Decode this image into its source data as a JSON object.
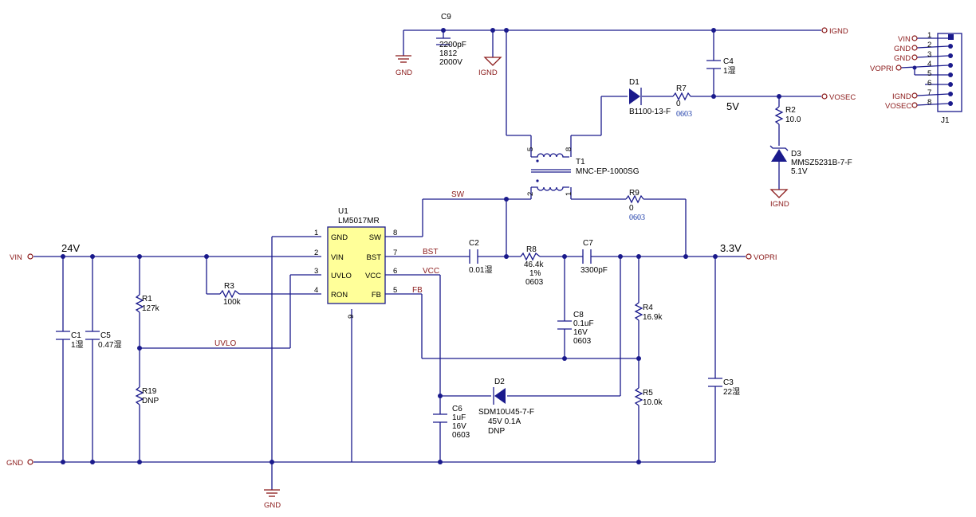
{
  "rails": {
    "v24": "24V",
    "v3v3": "3.3V",
    "v5": "5V"
  },
  "ports": {
    "vin": "VIN",
    "gnd": "GND",
    "ignd": "IGND",
    "vosec": "VOSEC",
    "vopri": "VOPRI"
  },
  "nets": {
    "sw": "SW",
    "bst": "BST",
    "vcc": "VCC",
    "fb": "FB",
    "uvlo": "UVLO"
  },
  "gnd_symbols": {
    "gnd": "GND",
    "ignd": "IGND"
  },
  "u1": {
    "ref": "U1",
    "value": "LM5017MR",
    "pins_left": [
      {
        "num": "1",
        "name": "GND"
      },
      {
        "num": "2",
        "name": "VIN"
      },
      {
        "num": "3",
        "name": "UVLO"
      },
      {
        "num": "4",
        "name": "RON"
      }
    ],
    "pins_right": [
      {
        "num": "8",
        "name": "SW"
      },
      {
        "num": "7",
        "name": "BST"
      },
      {
        "num": "6",
        "name": "VCC"
      },
      {
        "num": "5",
        "name": "FB"
      }
    ],
    "pin_bottom": "9"
  },
  "components": {
    "c9": {
      "ref": "C9",
      "v1": "2200pF",
      "v2": "1812",
      "v3": "2000V"
    },
    "c4": {
      "ref": "C4",
      "v1": "1湿"
    },
    "d1": {
      "ref": "D1",
      "v1": "B1100-13-F"
    },
    "r7": {
      "ref": "R7",
      "v1": "0",
      "v2": "0603"
    },
    "r2": {
      "ref": "R2",
      "v1": "10.0"
    },
    "d3": {
      "ref": "D3",
      "v1": "MMSZ5231B-7-F",
      "v2": "5.1V"
    },
    "t1": {
      "ref": "T1",
      "v1": "MNC-EP-1000SG",
      "pin5": "5",
      "pin8": "8",
      "pin2": "2",
      "pin1": "1"
    },
    "r9": {
      "ref": "R9",
      "v1": "0",
      "v2": "0603"
    },
    "c2": {
      "ref": "C2",
      "v1": "0.01湿"
    },
    "r8": {
      "ref": "R8",
      "v1": "46.4k",
      "v2": "1%",
      "v3": "0603"
    },
    "c7": {
      "ref": "C7",
      "v1": "3300pF"
    },
    "c8": {
      "ref": "C8",
      "v1": "0.1uF",
      "v2": "16V",
      "v3": "0603"
    },
    "r4": {
      "ref": "R4",
      "v1": "16.9k"
    },
    "r5": {
      "ref": "R5",
      "v1": "10.0k"
    },
    "c3": {
      "ref": "C3",
      "v1": "22湿"
    },
    "c6": {
      "ref": "C6",
      "v1": "1uF",
      "v2": "16V",
      "v3": "0603"
    },
    "d2": {
      "ref": "D2",
      "v1": "SDM10U45-7-F",
      "v2": "45V  0.1A",
      "v3": "DNP"
    },
    "r1": {
      "ref": "R1",
      "v1": "127k"
    },
    "r19": {
      "ref": "R19",
      "v1": "DNP"
    },
    "r3": {
      "ref": "R3",
      "v1": "100k"
    },
    "c1": {
      "ref": "C1",
      "v1": "1湿"
    },
    "c5": {
      "ref": "C5",
      "v1": "0.47湿"
    }
  },
  "j1": {
    "ref": "J1",
    "pins": [
      {
        "num": "1",
        "net": "VIN"
      },
      {
        "num": "2",
        "net": "GND"
      },
      {
        "num": "3",
        "net": "GND"
      },
      {
        "num": "4",
        "net": "VOPRI"
      },
      {
        "num": "5",
        "net": ""
      },
      {
        "num": "6",
        "net": ""
      },
      {
        "num": "7",
        "net": "IGND"
      },
      {
        "num": "8",
        "net": "VOSEC"
      }
    ]
  }
}
